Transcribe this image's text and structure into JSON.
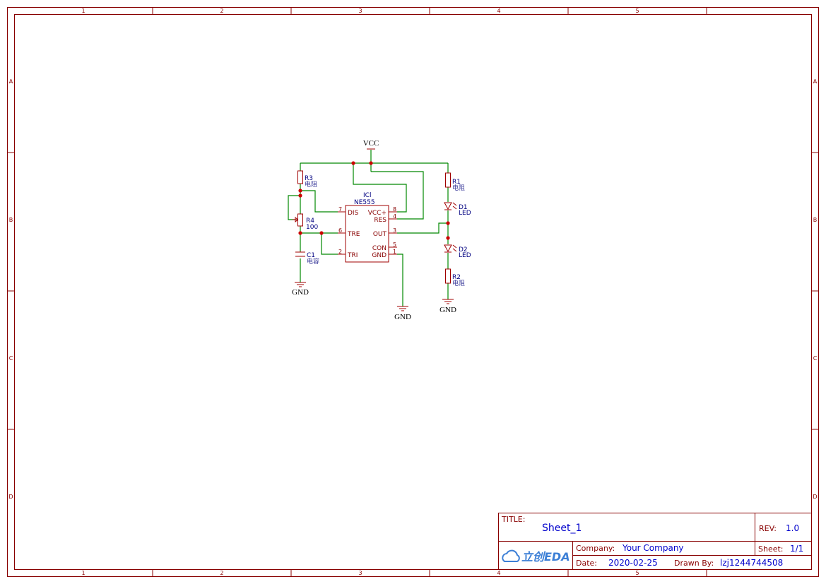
{
  "frame": {
    "columns": [
      "1",
      "2",
      "3",
      "4",
      "5"
    ],
    "rows": [
      "A",
      "B",
      "C",
      "D"
    ]
  },
  "nets": {
    "vcc": "VCC",
    "gnd_left": "GND",
    "gnd_mid": "GND",
    "gnd_right": "GND"
  },
  "components": {
    "ic": {
      "designator": "ICl",
      "value": "NE555"
    },
    "r1": {
      "designator": "R1",
      "value": "电阻"
    },
    "r2": {
      "designator": "R2",
      "value": "电阻"
    },
    "r3": {
      "designator": "R3",
      "value": "电阻"
    },
    "r4": {
      "designator": "R4",
      "value": "100"
    },
    "c1": {
      "designator": "C1",
      "value": "电容"
    },
    "d1": {
      "designator": "D1",
      "value": "LED"
    },
    "d2": {
      "designator": "D2",
      "value": "LED"
    }
  },
  "ic_pins": {
    "dis": {
      "name": "DIS",
      "num": "7"
    },
    "tre": {
      "name": "TRE",
      "num": "6"
    },
    "tri": {
      "name": "TRI",
      "num": "2"
    },
    "vcc": {
      "name": "VCC+",
      "num": "8"
    },
    "res": {
      "name": "RES",
      "num": "4"
    },
    "out": {
      "name": "OUT",
      "num": "3"
    },
    "con": {
      "name": "CON",
      "num": "5"
    },
    "gnd": {
      "name": "GND",
      "num": "1"
    }
  },
  "title_block": {
    "title_label": "TITLE:",
    "title": "Sheet_1",
    "rev_label": "REV:",
    "rev": "1.0",
    "company_label": "Company:",
    "company": "Your Company",
    "sheet_label": "Sheet:",
    "sheet": "1/1",
    "date_label": "Date:",
    "date": "2020-02-25",
    "drawn_label": "Drawn By:",
    "drawn_by": "lzj1244744508",
    "logo_cn": "立创",
    "logo_en": "EDA"
  },
  "colors": {
    "frame": "#880000",
    "wire": "#008800",
    "component": "#a00000",
    "junction": "#cc0000",
    "designator": "#000080",
    "title_value": "#0000cc"
  }
}
